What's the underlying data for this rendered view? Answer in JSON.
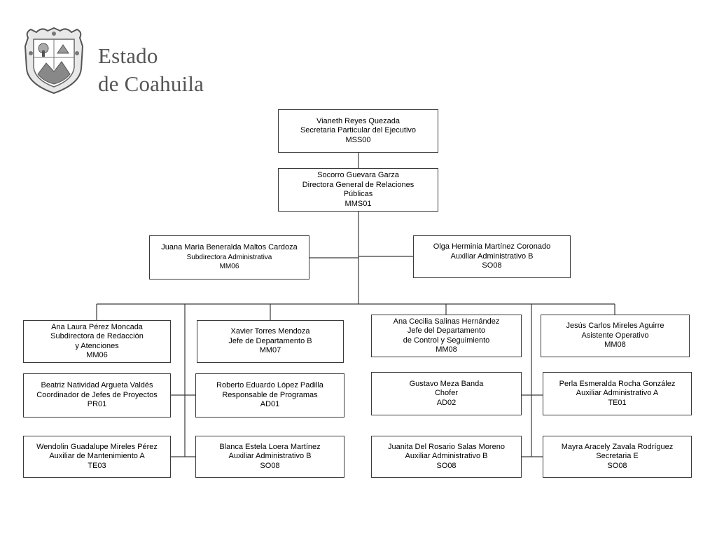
{
  "header": {
    "brand_line1": "Estado",
    "brand_line2": "de Coahuila"
  },
  "org": {
    "secretaria": {
      "name": "Vianeth Reyes Quezada",
      "title": "Secretaria Particular del Ejecutivo",
      "code": "MSS00"
    },
    "directora": {
      "name": "Socorro Guevara Garza",
      "title": "Directora General  de Relaciones",
      "title2": "Públicas",
      "code": "MMS01"
    },
    "subdirectora_admin": {
      "name": "Juana Marìa Beneralda Maltos Cardoza",
      "title": "Subdirectora Administrativa",
      "code": "MM06"
    },
    "auxiliar_olga": {
      "name": "Olga Herminia Martínez Coronado",
      "title": "Auxiliar Administrativo B",
      "code": "SO08"
    },
    "subdirectora_redaccion": {
      "name": "Ana Laura Pérez Moncada",
      "title": "Subdirectora de Redacción",
      "title2": "y Atenciones",
      "code": "MM06"
    },
    "jefe_xavier": {
      "name": "Xavier Torres Mendoza",
      "title": "Jefe de Departamento B",
      "code": "MM07"
    },
    "jefe_ana_cecilia": {
      "name": "Ana Cecilia Salinas Hernández",
      "title": "Jefe del Departamento",
      "title2": "de Control  y Seguimiento",
      "code": "MM08"
    },
    "asistente_jesus": {
      "name": "Jesús Carlos Mireles Aguirre",
      "title": "Asistente Operativo",
      "code": "MM08"
    },
    "coordinador_beatriz": {
      "name": "Beatriz  Natividad Argueta Valdés",
      "title": "Coordinador de Jefes de Proyectos",
      "code": "PR01"
    },
    "responsable_roberto": {
      "name": "Roberto Eduardo López Padilla",
      "title": "Responsable de Programas",
      "code": "AD01"
    },
    "chofer_gustavo": {
      "name": "Gustavo Meza Banda",
      "title": "Chofer",
      "code": "AD02"
    },
    "auxiliar_perla": {
      "name": "Perla Esmeralda Rocha González",
      "title": "Auxiliar Administrativo A",
      "code": "TE01"
    },
    "auxiliar_wendolin": {
      "name": "Wendolin Guadalupe Mireles Pérez",
      "title": "Auxiliar de Mantenimiento A",
      "code": "TE03"
    },
    "auxiliar_blanca": {
      "name": "Blanca Estela Loera Martínez",
      "title": "Auxiliar Administrativo B",
      "code": "SO08"
    },
    "auxiliar_juanita": {
      "name": "Juanita Del Rosario Salas Moreno",
      "title": "Auxiliar Administrativo B",
      "code": "SO08"
    },
    "secretaria_mayra": {
      "name": "Mayra Aracely  Zavala Rodríguez",
      "title": "Secretaria E",
      "code": "SO08"
    }
  }
}
